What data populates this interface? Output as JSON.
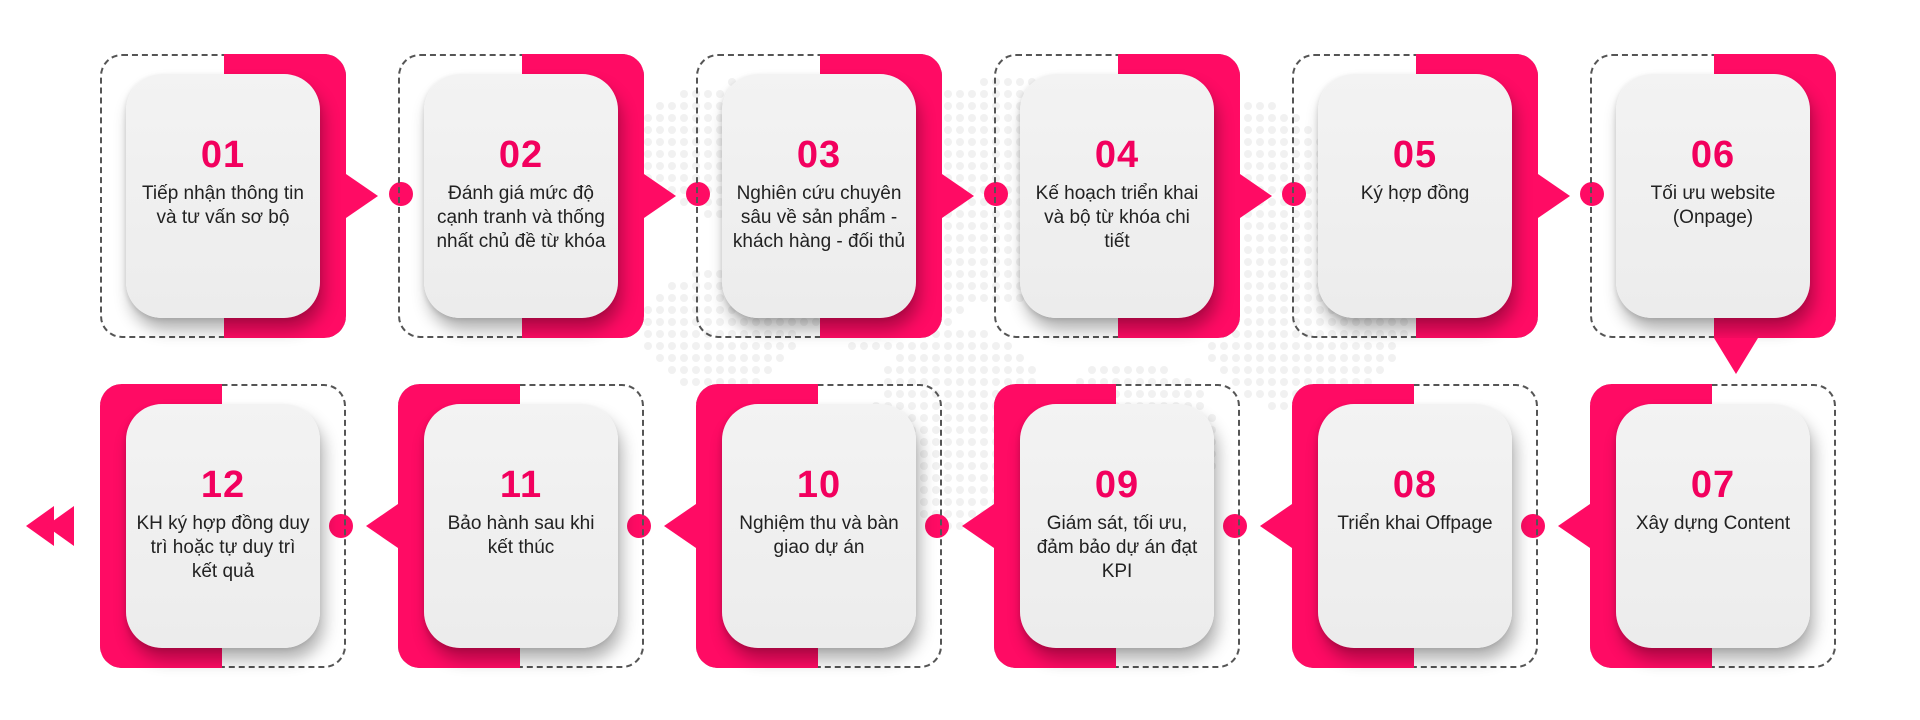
{
  "colors": {
    "accent": "#ff0b64",
    "number": "#f2005e",
    "card": "#efefef",
    "text": "#222222"
  },
  "steps": [
    {
      "num": "01",
      "text": "Tiếp nhận thông tin và tư vấn sơ bộ"
    },
    {
      "num": "02",
      "text": "Đánh giá mức độ cạnh tranh và thống nhất chủ đề từ khóa"
    },
    {
      "num": "03",
      "text": "Nghiên cứu chuyên sâu về sản phẩm - khách hàng - đối thủ"
    },
    {
      "num": "04",
      "text": "Kế hoạch triển khai và bộ từ khóa chi tiết"
    },
    {
      "num": "05",
      "text": "Ký hợp đồng"
    },
    {
      "num": "06",
      "text": "Tối ưu website (Onpage)"
    },
    {
      "num": "07",
      "text": "Xây dựng Content"
    },
    {
      "num": "08",
      "text": "Triển khai Offpage"
    },
    {
      "num": "09",
      "text": "Giám sát, tối ưu, đảm bảo dự án đạt KPI"
    },
    {
      "num": "10",
      "text": "Nghiệm thu và bàn giao dự án"
    },
    {
      "num": "11",
      "text": "Bảo hành sau khi kết thúc"
    },
    {
      "num": "12",
      "text": "KH ký hợp đồng duy trì hoặc tự duy trì kết quả"
    }
  ]
}
